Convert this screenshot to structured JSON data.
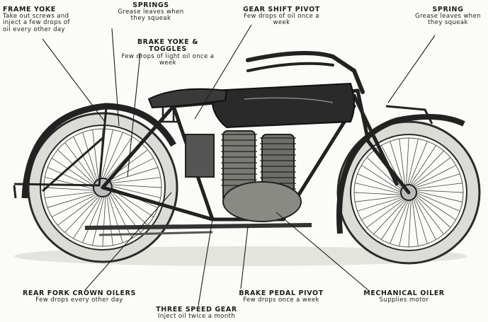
{
  "labels": {
    "frame_yoke": {
      "title": "FRAME YOKE",
      "desc": "Take out screws and inject a few drops of oil every other day"
    },
    "springs": {
      "title": "SPRINGS",
      "desc": "Grease leaves when they squeak"
    },
    "brake_yoke": {
      "title": "BRAKE YOKE & TOGGLES",
      "desc": "Few drops of light oil once a week"
    },
    "gear_shift": {
      "title": "GEAR SHIFT PIVOT",
      "desc": "Few drops of oil once a week"
    },
    "spring": {
      "title": "SPRING",
      "desc": "Grease leaves when they squeak"
    },
    "rear_fork": {
      "title": "REAR FORK CROWN OILERS",
      "desc": "Few drops every other day"
    },
    "three_speed": {
      "title": "THREE SPEED GEAR",
      "desc": "Inject oil twice a month"
    },
    "brake_pedal": {
      "title": "BRAKE PEDAL PIVOT",
      "desc": "Few drops once a week"
    },
    "mech_oiler": {
      "title": "MECHANICAL OILER",
      "desc": "Supplies motor"
    }
  },
  "colors": {
    "ink": "#1c1c1c",
    "paper": "#fbfbf8",
    "tank": "#2a2a2a",
    "tire": "#dcdcd6"
  }
}
